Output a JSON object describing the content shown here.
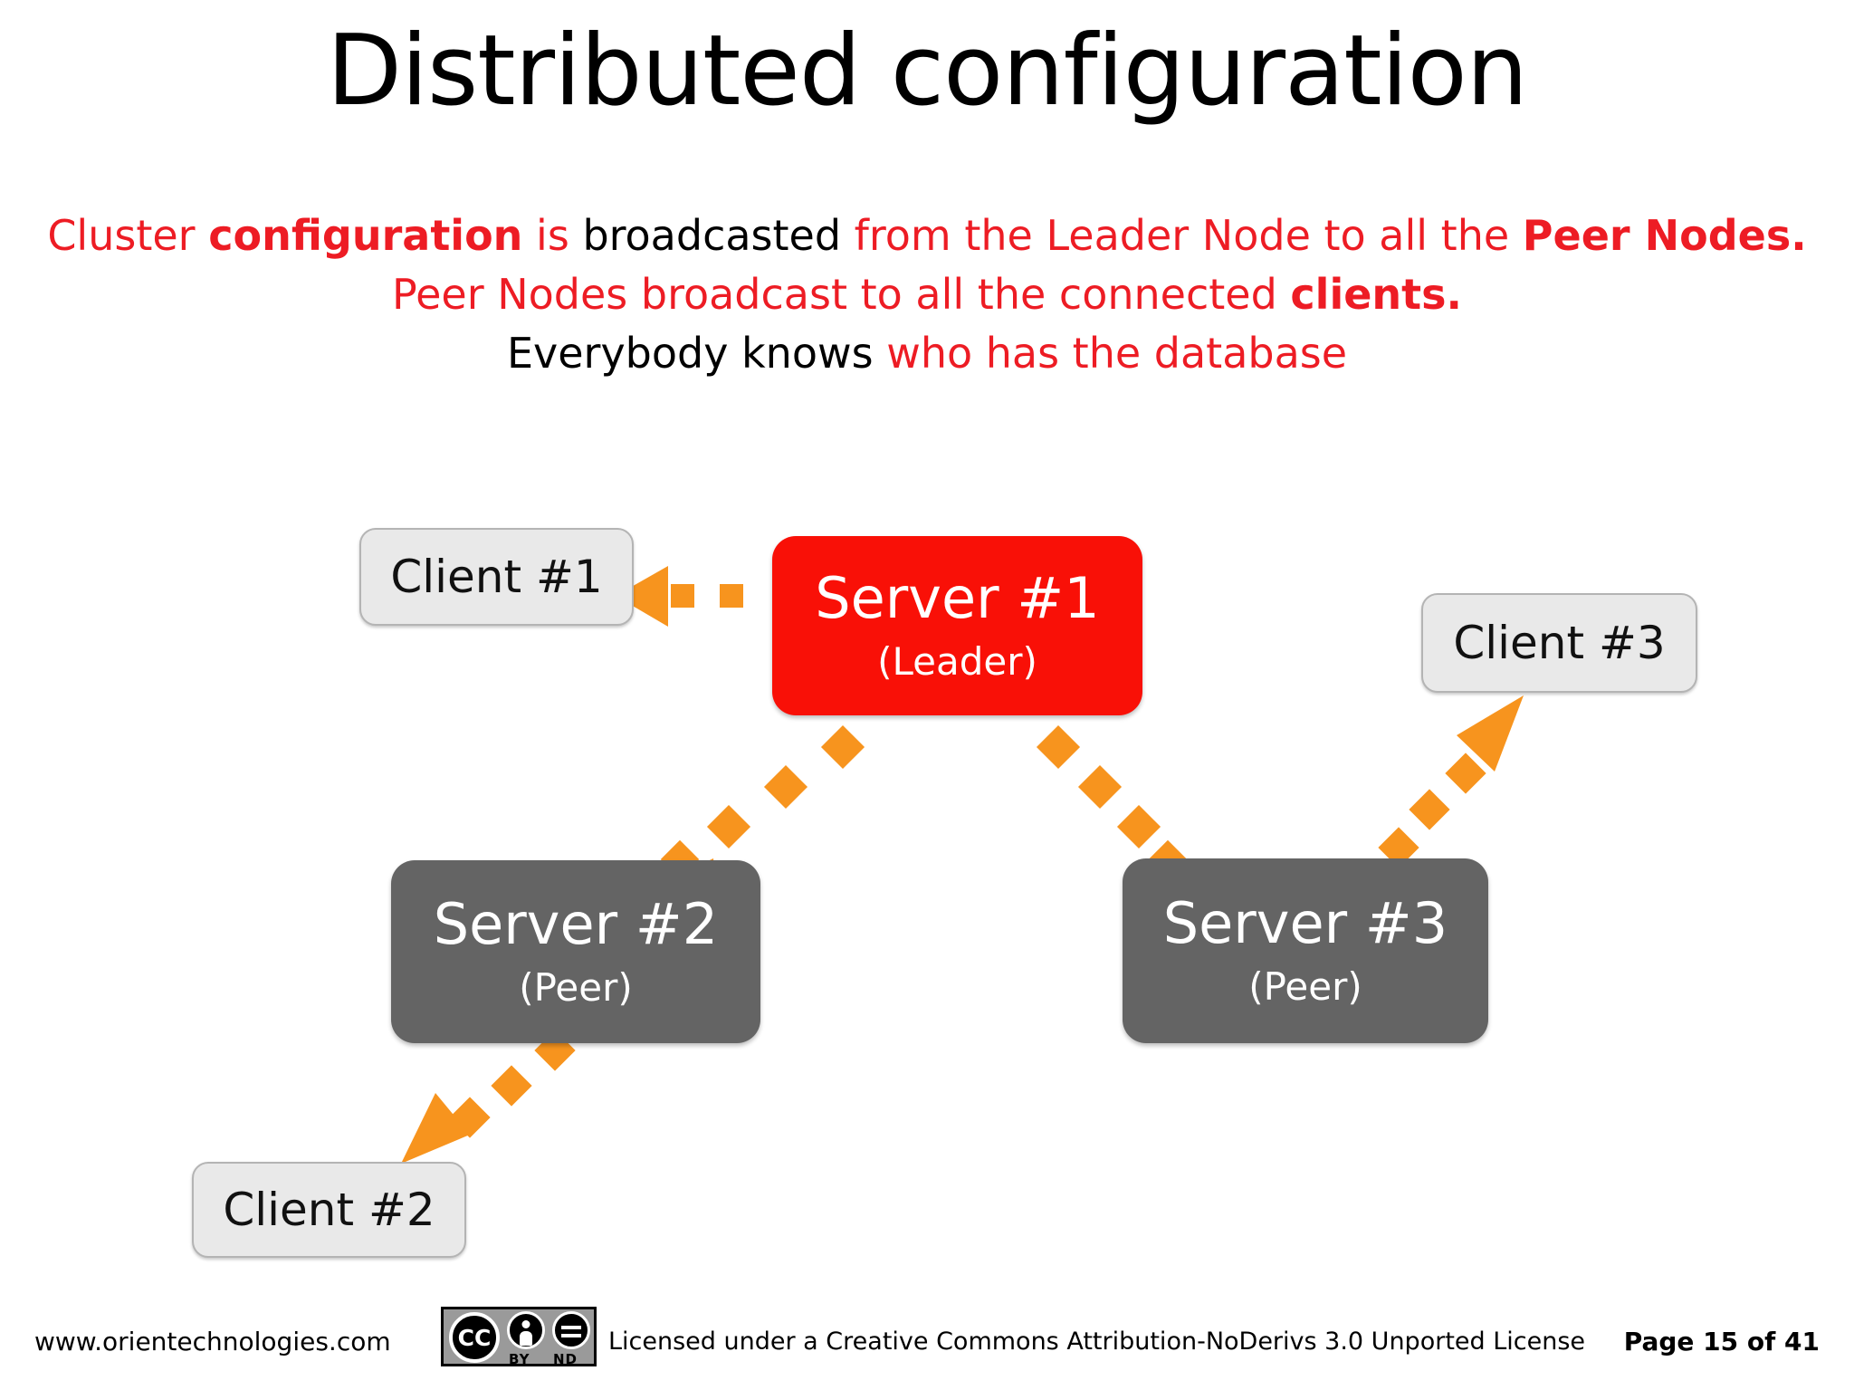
{
  "slide": {
    "title": "Distributed configuration",
    "subtitle_lines": [
      [
        {
          "t": "Cluster ",
          "color": "red",
          "bold": false
        },
        {
          "t": "configuration",
          "color": "red",
          "bold": true
        },
        {
          "t": " is ",
          "color": "red",
          "bold": false
        },
        {
          "t": "broadcasted",
          "color": "black",
          "bold": false
        },
        {
          "t": " from the Leader Node to all the ",
          "color": "red",
          "bold": false
        },
        {
          "t": "Peer Nodes.",
          "color": "red",
          "bold": true
        }
      ],
      [
        {
          "t": "Peer Nodes broadcast to all the connected ",
          "color": "red",
          "bold": false
        },
        {
          "t": "clients.",
          "color": "red",
          "bold": true
        }
      ],
      [
        {
          "t": "Everybody knows ",
          "color": "black",
          "bold": false
        },
        {
          "t": "who has the database",
          "color": "red",
          "bold": false
        }
      ]
    ]
  },
  "diagram": {
    "nodes": {
      "client1": {
        "label": "Client #1"
      },
      "client2": {
        "label": "Client #2"
      },
      "client3": {
        "label": "Client #3"
      },
      "server1": {
        "label": "Server #1",
        "role": "(Leader)"
      },
      "server2": {
        "label": "Server #2",
        "role": "(Peer)"
      },
      "server3": {
        "label": "Server #3",
        "role": "(Peer)"
      }
    },
    "colors": {
      "leader": "#F91007",
      "peer": "#646464",
      "client": "#E9E9E9",
      "arrow": "#F7941E",
      "accent_red": "#ED1C24"
    },
    "connections": [
      {
        "from": "server1",
        "to": "client1"
      },
      {
        "from": "server1",
        "to": "server2"
      },
      {
        "from": "server1",
        "to": "server3"
      },
      {
        "from": "server2",
        "to": "client2"
      },
      {
        "from": "server3",
        "to": "client3"
      }
    ]
  },
  "footer": {
    "site": "www.orientechnologies.com",
    "license": "Licensed under a Creative Commons Attribution-NoDerivs 3.0 Unported License",
    "page": "Page 15 of 41",
    "cc": {
      "mark": "CC",
      "by": "BY",
      "nd": "ND"
    }
  }
}
